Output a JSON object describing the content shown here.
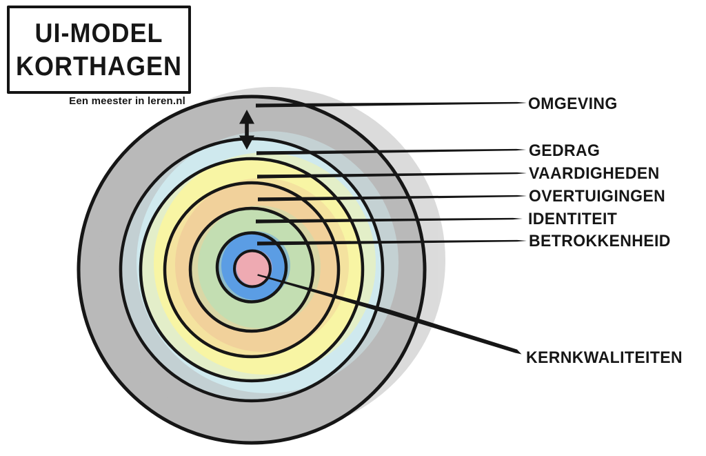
{
  "header": {
    "title_line1": "UI-MODEL",
    "title_line2": "KORTHAGEN",
    "subtitle": "Een meester in leren.nl"
  },
  "model": {
    "ink": "#161616",
    "background": "#ffffff",
    "rings": [
      {
        "label": "OMGEVING",
        "color": "#b9b9b9"
      },
      {
        "label": "GEDRAG",
        "color": "#cfe9ee"
      },
      {
        "label": "VAARDIGHEDEN",
        "color": "#f8f5a4"
      },
      {
        "label": "OVERTUIGINGEN",
        "color": "#f1d19b"
      },
      {
        "label": "IDENTITEIT",
        "color": "#c3deb2"
      },
      {
        "label": "BETROKKENHEID",
        "color": "#5b9de4"
      },
      {
        "label": "KERNKWALITEITEN",
        "color": "#eeaab2"
      }
    ]
  }
}
